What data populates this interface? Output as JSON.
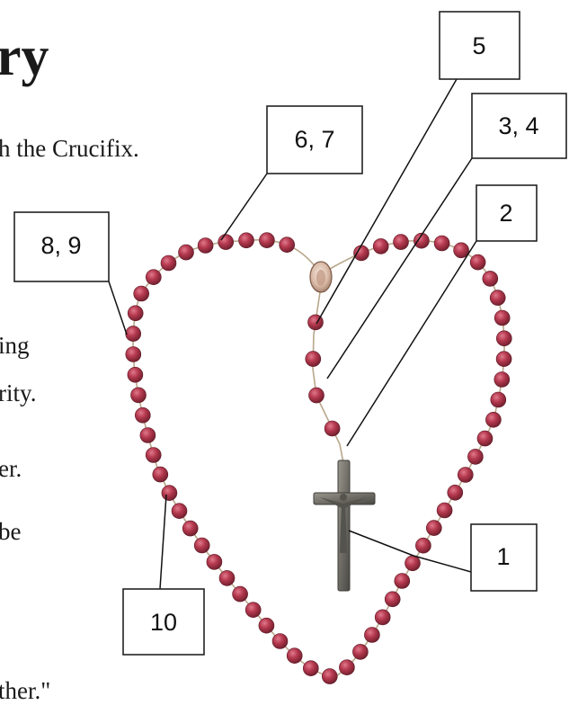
{
  "page": {
    "title_fragment": "ry",
    "text_fragments": [
      "h the Crucifix.",
      "ing",
      "rity.",
      "er.",
      "be",
      "ther.\""
    ]
  },
  "callouts": [
    {
      "id": "c5",
      "label": "5"
    },
    {
      "id": "c34",
      "label": "3, 4"
    },
    {
      "id": "c67",
      "label": "6, 7"
    },
    {
      "id": "c89",
      "label": "8, 9"
    },
    {
      "id": "c2",
      "label": "2"
    },
    {
      "id": "c1",
      "label": "1"
    },
    {
      "id": "c10",
      "label": "10"
    }
  ],
  "colors": {
    "bead": "#b5394f",
    "bead_highlight": "#e07a8c",
    "bead_shadow": "#6e1e2c",
    "chain": "#b8a78a",
    "crucifix": "#6f6d66"
  }
}
